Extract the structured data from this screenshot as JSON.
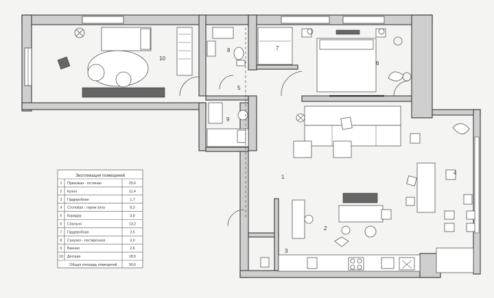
{
  "plan": {
    "room_numbers": [
      "1",
      "2",
      "3",
      "4",
      "5",
      "6",
      "7",
      "8",
      "9",
      "10"
    ],
    "legend": {
      "title": "Экспликация помещений",
      "rows": [
        {
          "n": "1",
          "name": "Прихожая - гостиная",
          "area": "25,6"
        },
        {
          "n": "2",
          "name": "Кухня",
          "area": "11,4"
        },
        {
          "n": "3",
          "name": "Гардеробная",
          "area": "1,7"
        },
        {
          "n": "4",
          "name": "Столовая - лаунж зона",
          "area": "8,3"
        },
        {
          "n": "5",
          "name": "Коридор",
          "area": "3,8"
        },
        {
          "n": "6",
          "name": "Спальня",
          "area": "13,2"
        },
        {
          "n": "7",
          "name": "Гардеробная",
          "area": "2,5"
        },
        {
          "n": "8",
          "name": "Санузел - постирочная",
          "area": "3,0"
        },
        {
          "n": "9",
          "name": "Ванная",
          "area": "2,6"
        },
        {
          "n": "10",
          "name": "Детская",
          "area": "18,5"
        }
      ],
      "total_label": "Общая площадь помещений",
      "total_value": "90,6"
    }
  }
}
